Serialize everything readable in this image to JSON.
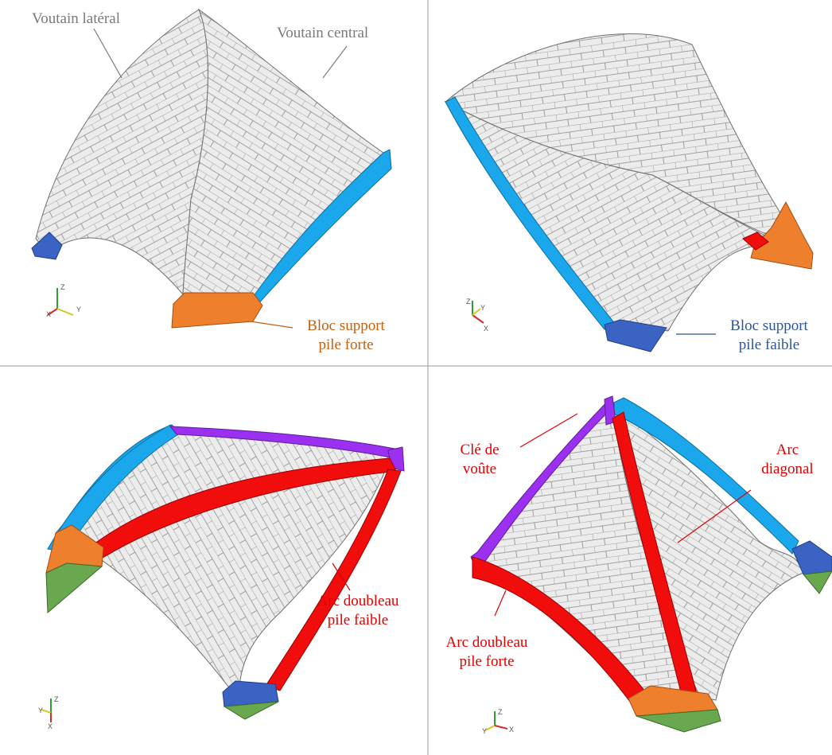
{
  "colors": {
    "stone": "#ececec",
    "joint": "#8a8a8a",
    "arc_lateral": "#1aa7ec",
    "arc_red": "#f20d0d",
    "key": "#9b30f0",
    "support_orange": "#ee7f2d",
    "support_blue": "#3b63c4",
    "support_green": "#6aa84f",
    "label_gray": "#7a7a7a",
    "label_orange": "#c5600f",
    "label_blue": "#2f5597",
    "label_red": "#e00000"
  },
  "labels": {
    "voutain_lateral": "Voutain latéral",
    "voutain_central": "Voutain central",
    "bloc_forte_1": "Bloc support",
    "bloc_forte_2": "pile forte",
    "bloc_faible_1": "Bloc support",
    "bloc_faible_2": "pile faible",
    "arc_doubleau_faible_1": "Arc doubleau",
    "arc_doubleau_faible_2": "pile faible",
    "cle_1": "Clé de",
    "cle_2": "voûte",
    "arc_diagonal_1": "Arc",
    "arc_diagonal_2": "diagonal",
    "arc_doubleau_forte_1": "Arc doubleau",
    "arc_doubleau_forte_2": "pile forte"
  },
  "axes": {
    "x": "X",
    "y": "Y",
    "z": "Z"
  }
}
